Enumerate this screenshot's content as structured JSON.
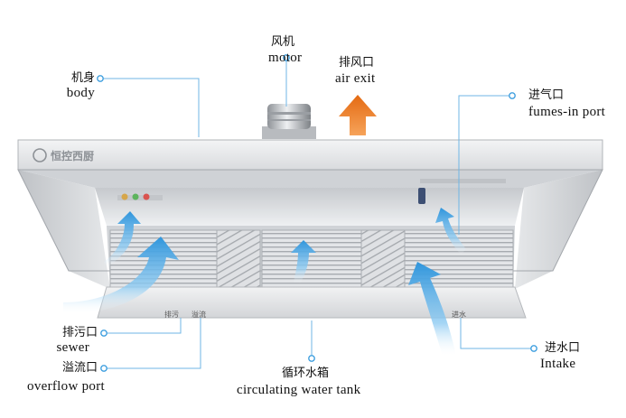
{
  "hood": {
    "brand_text": "恒控西厨",
    "panel_text": {
      "sewer": "排污",
      "overflow": "溢流",
      "intake": "进水"
    }
  },
  "labels": {
    "body": {
      "zh": "机身",
      "en": "body"
    },
    "motor": {
      "zh": "风机",
      "en": "motor"
    },
    "air_exit": {
      "zh": "排风口",
      "en": "air exit"
    },
    "fumes_in": {
      "zh": "进气口",
      "en": "fumes-in port"
    },
    "sewer": {
      "zh": "排污口",
      "en": "sewer"
    },
    "overflow": {
      "zh": "溢流口",
      "en": "overflow port"
    },
    "water_tank": {
      "zh": "循环水箱",
      "en": "circulating water tank"
    },
    "intake": {
      "zh": "进水口",
      "en": "Intake"
    }
  },
  "colors": {
    "leader_line": "#6fb6e6",
    "airflow_arrow": "#59aee8",
    "exit_arrow": "#f07a1e",
    "steel_light": "#e9eaec",
    "steel_dark": "#a9acb0"
  },
  "icons": [
    "leader-dot-icon",
    "air-exit-arrow-icon",
    "airflow-arrow-icon"
  ]
}
